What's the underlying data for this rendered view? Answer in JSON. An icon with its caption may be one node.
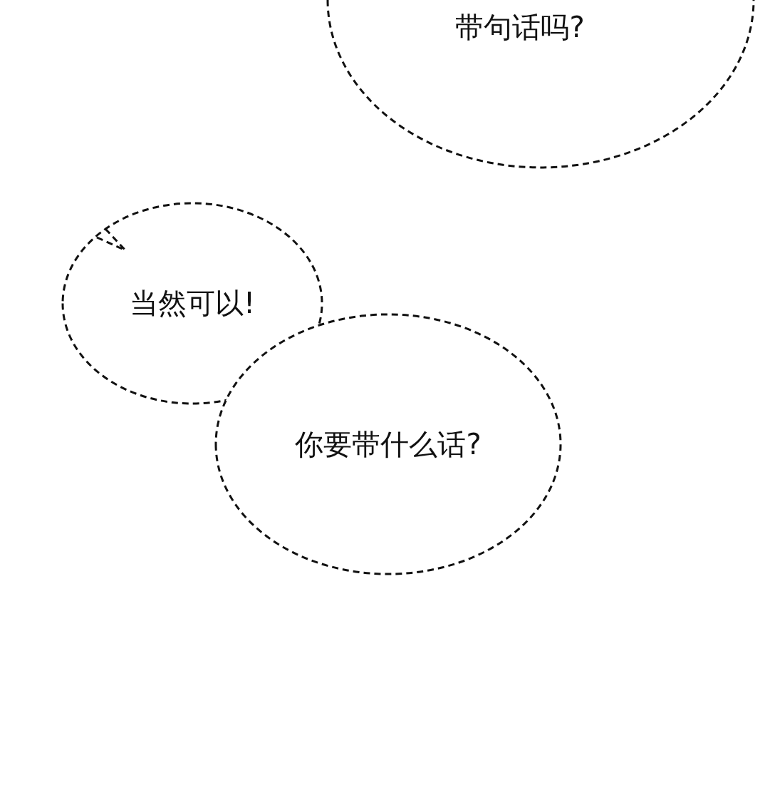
{
  "diagram": {
    "nodes": [
      {
        "text": [
          "带句话吗?"
        ]
      },
      {
        "text": [
          "当然可以!"
        ]
      },
      {
        "text": [
          "你要带什么话?"
        ]
      }
    ]
  }
}
